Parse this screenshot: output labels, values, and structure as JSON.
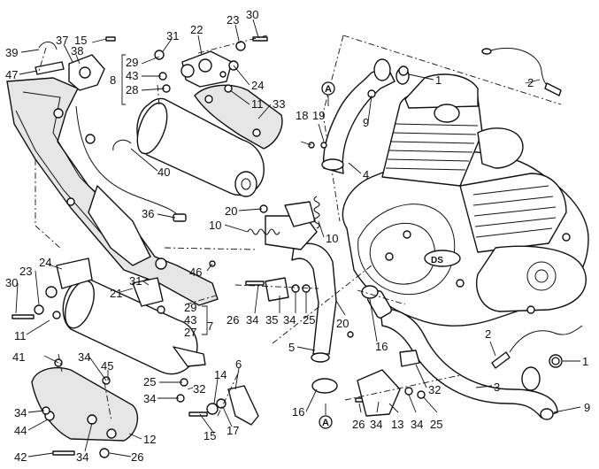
{
  "callouts": [
    {
      "n": "39"
    },
    {
      "n": "37"
    },
    {
      "n": "15"
    },
    {
      "n": "38"
    },
    {
      "n": "47"
    },
    {
      "n": "8"
    },
    {
      "n": "29"
    },
    {
      "n": "43"
    },
    {
      "n": "28"
    },
    {
      "n": "31"
    },
    {
      "n": "22"
    },
    {
      "n": "23"
    },
    {
      "n": "30"
    },
    {
      "n": "24"
    },
    {
      "n": "11"
    },
    {
      "n": "33"
    },
    {
      "n": "40"
    },
    {
      "n": "36"
    },
    {
      "n": "20"
    },
    {
      "n": "10"
    },
    {
      "n": "10"
    },
    {
      "n": "18"
    },
    {
      "n": "19"
    },
    {
      "n": "9"
    },
    {
      "n": "4"
    },
    {
      "n": "1"
    },
    {
      "n": "2"
    },
    {
      "n": "46"
    },
    {
      "n": "24"
    },
    {
      "n": "23"
    },
    {
      "n": "30"
    },
    {
      "n": "11"
    },
    {
      "n": "21"
    },
    {
      "n": "31"
    },
    {
      "n": "29"
    },
    {
      "n": "43"
    },
    {
      "n": "27"
    },
    {
      "n": "7"
    },
    {
      "n": "26"
    },
    {
      "n": "34"
    },
    {
      "n": "35"
    },
    {
      "n": "34"
    },
    {
      "n": "25"
    },
    {
      "n": "20"
    },
    {
      "n": "5"
    },
    {
      "n": "16"
    },
    {
      "n": "41"
    },
    {
      "n": "34"
    },
    {
      "n": "45"
    },
    {
      "n": "25"
    },
    {
      "n": "34"
    },
    {
      "n": "32"
    },
    {
      "n": "14"
    },
    {
      "n": "6"
    },
    {
      "n": "34"
    },
    {
      "n": "44"
    },
    {
      "n": "42"
    },
    {
      "n": "34"
    },
    {
      "n": "26"
    },
    {
      "n": "12"
    },
    {
      "n": "15"
    },
    {
      "n": "17"
    },
    {
      "n": "16"
    },
    {
      "n": "2"
    },
    {
      "n": "1"
    },
    {
      "n": "32"
    },
    {
      "n": "3"
    },
    {
      "n": "26"
    },
    {
      "n": "34"
    },
    {
      "n": "13"
    },
    {
      "n": "34"
    },
    {
      "n": "25"
    },
    {
      "n": "9"
    }
  ],
  "reference_marks": [
    {
      "letter": "A"
    },
    {
      "letter": "A"
    }
  ],
  "engine_logo_text": "DS"
}
